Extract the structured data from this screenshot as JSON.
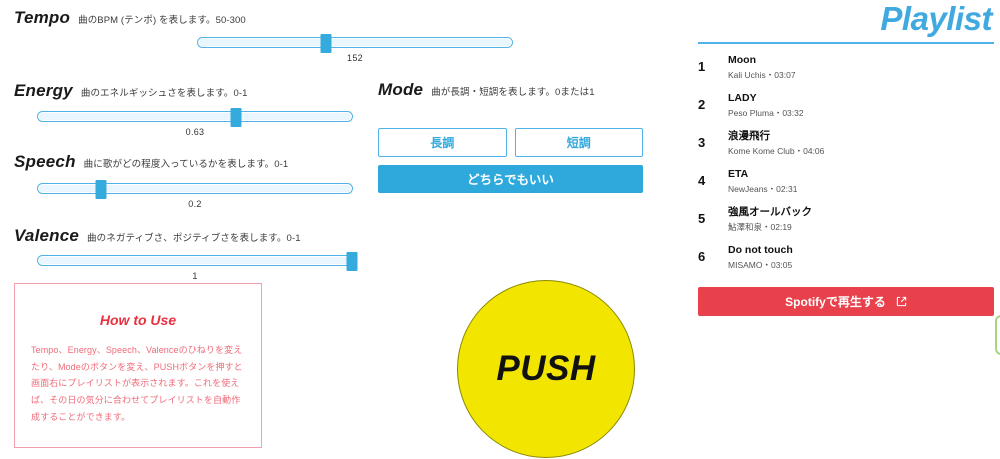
{
  "params": [
    {
      "name": "Tempo",
      "desc": "曲のBPM (テンポ) を表します。50-300",
      "value": "152",
      "min": 50,
      "max": 300,
      "percent": 40.8
    },
    {
      "name": "Energy",
      "desc": "曲のエネルギッシュさを表します。0-1",
      "value": "0.63",
      "min": 0,
      "max": 1,
      "percent": 63
    },
    {
      "name": "Speech",
      "desc": "曲に歌がどの程度入っているかを表します。0-1",
      "value": "0.2",
      "min": 0,
      "max": 1,
      "percent": 20
    },
    {
      "name": "Valence",
      "desc": "曲のネガティブさ、ポジティブさを表します。0-1",
      "value": "1",
      "min": 0,
      "max": 1,
      "percent": 100
    }
  ],
  "mode": {
    "name": "Mode",
    "desc": "曲が長調・短調を表します。0または1",
    "major_label": "長調",
    "minor_label": "短調",
    "any_label": "どちらでもいい",
    "selected": "any"
  },
  "howto": {
    "title": "How to Use",
    "body": "Tempo、Energy、Speech、Valenceのひねりを変えたり、Modeのボタンを変え、PUSHボタンを押すと画面右にプレイリストが表示されます。これを使えば、その日の気分に合わせてプレイリストを自動作成することができます。"
  },
  "push": {
    "label": "PUSH"
  },
  "playlist": {
    "title": "Playlist",
    "tracks": [
      {
        "num": "1",
        "title": "Moon",
        "meta": "Kali Uchis・03:07"
      },
      {
        "num": "2",
        "title": "LADY",
        "meta": "Peso Pluma・03:32"
      },
      {
        "num": "3",
        "title": "浪漫飛行",
        "meta": "Kome Kome Club・04:06"
      },
      {
        "num": "4",
        "title": "ETA",
        "meta": "NewJeans・02:31"
      },
      {
        "num": "5",
        "title": "強風オールバック",
        "meta": "鮎澤和泉・02:19"
      },
      {
        "num": "6",
        "title": "Do not touch",
        "meta": "MISAMO・03:05"
      }
    ],
    "spotify_label": "Spotifyで再生する",
    "spotify_icon": "external-link-icon"
  },
  "colors": {
    "accent_blue": "#35AADC",
    "rail_blue": "#4FB3E8",
    "title_blue": "#3FA9E0",
    "spotify_red": "#E8414B",
    "howto_red": "#E8303F",
    "howto_body_red": "#EF6B7A",
    "push_yellow": "#F2E500",
    "green_tab": "#A8D582"
  }
}
